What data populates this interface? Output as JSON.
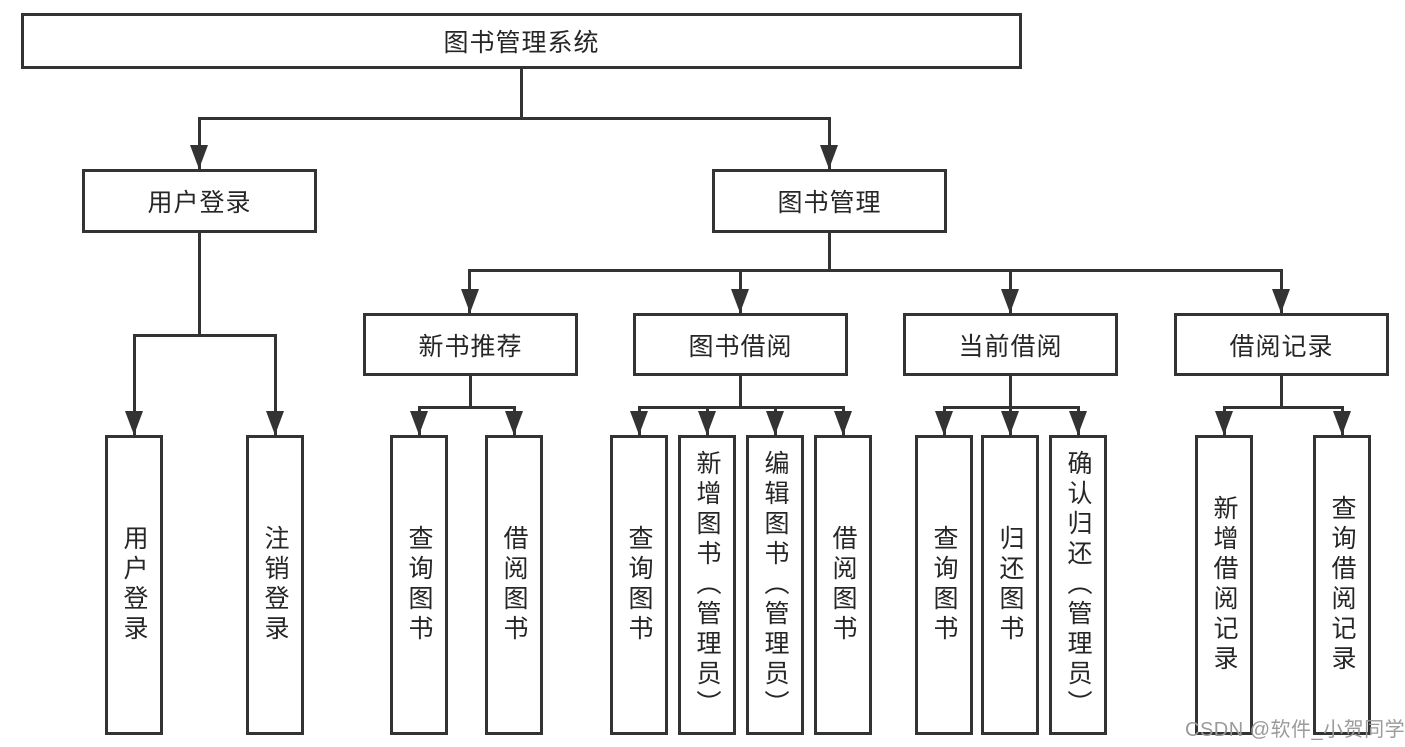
{
  "colors": {
    "line": "#333333",
    "text": "#262626",
    "box_background": "#ffffff",
    "page_background": "#ffffff",
    "watermark": "#9b9b9b"
  },
  "tree": {
    "root": {
      "label": "图书管理系统"
    },
    "branches": [
      {
        "label": "用户登录",
        "children": [
          {
            "label": "用户登录"
          },
          {
            "label": "注销登录"
          }
        ]
      },
      {
        "label": "图书管理",
        "children": [
          {
            "label": "新书推荐",
            "children": [
              {
                "label": "查询图书"
              },
              {
                "label": "借阅图书"
              }
            ]
          },
          {
            "label": "图书借阅",
            "children": [
              {
                "label": "查询图书"
              },
              {
                "label": "新增图书（管理员）"
              },
              {
                "label": "编辑图书（管理员）"
              },
              {
                "label": "借阅图书"
              }
            ]
          },
          {
            "label": "当前借阅",
            "children": [
              {
                "label": "查询图书"
              },
              {
                "label": "归还图书"
              },
              {
                "label": "确认归还（管理员）"
              }
            ]
          },
          {
            "label": "借阅记录",
            "children": [
              {
                "label": "新增借阅记录"
              },
              {
                "label": "查询借阅记录"
              }
            ]
          }
        ]
      }
    ]
  },
  "watermark": {
    "text": "CSDN @软件_小贺同学"
  }
}
